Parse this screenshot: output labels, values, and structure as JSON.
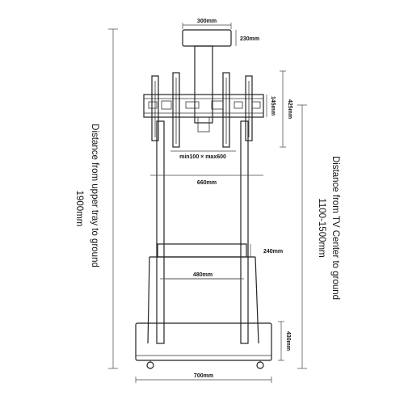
{
  "dimensions": {
    "top_tray_width": "300mm",
    "top_tray_height": "230mm",
    "bracket_total_height": "425mm",
    "bracket_hole_height": "145mm",
    "vesa_range": "min100 × max600",
    "pole_span": "660mm",
    "lower_tray_height": "240mm",
    "lower_tray_width": "480mm",
    "base_height": "430mm",
    "base_width": "700mm"
  },
  "labels": {
    "left_title": "Distance from upper tray to ground",
    "left_value": "1900mm",
    "right_title": "Distance from TV Center to ground",
    "right_value": "1100-1500mm"
  }
}
